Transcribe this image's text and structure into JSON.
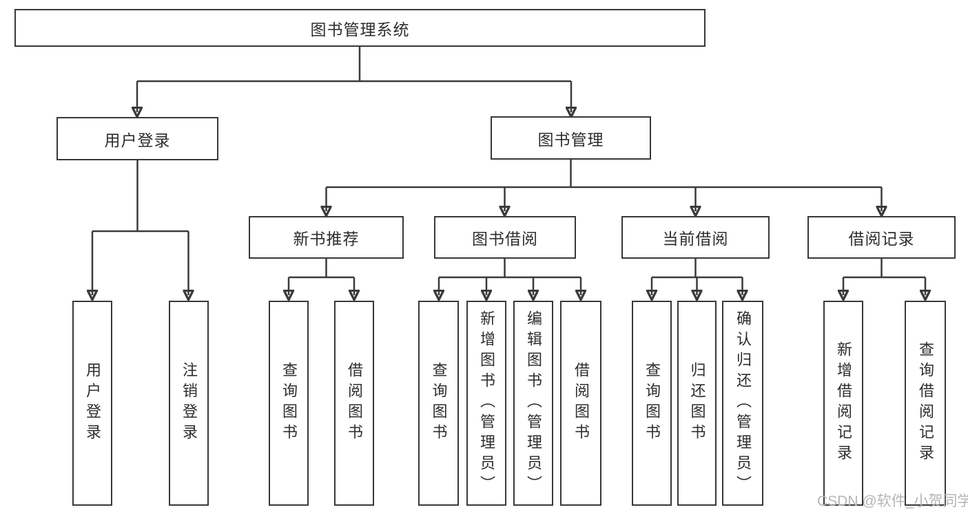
{
  "diagram": {
    "type": "hierarchy-tree",
    "root": {
      "label": "图书管理系统",
      "children": [
        {
          "label": "用户登录",
          "children": [
            {
              "label": "用户登录"
            },
            {
              "label": "注销登录"
            }
          ]
        },
        {
          "label": "图书管理",
          "children": [
            {
              "label": "新书推荐",
              "children": [
                {
                  "label": "查询图书"
                },
                {
                  "label": "借阅图书"
                }
              ]
            },
            {
              "label": "图书借阅",
              "children": [
                {
                  "label": "查询图书"
                },
                {
                  "label": "新增图书（管理员）"
                },
                {
                  "label": "编辑图书（管理员）"
                },
                {
                  "label": "借阅图书"
                }
              ]
            },
            {
              "label": "当前借阅",
              "children": [
                {
                  "label": "查询图书"
                },
                {
                  "label": "归还图书"
                },
                {
                  "label": "确认归还（管理员）"
                }
              ]
            },
            {
              "label": "借阅记录",
              "children": [
                {
                  "label": "新增借阅记录"
                },
                {
                  "label": "查询借阅记录"
                }
              ]
            }
          ]
        }
      ]
    }
  },
  "watermark": {
    "text": "CSDN @软件_小贺同学",
    "color": "#b5b5b5"
  },
  "colors": {
    "background": "#ffffff",
    "line": "#3a3a3a",
    "node_border": "#383838",
    "node_fill": "#ffffff",
    "node_text": "#2d2d2d"
  }
}
